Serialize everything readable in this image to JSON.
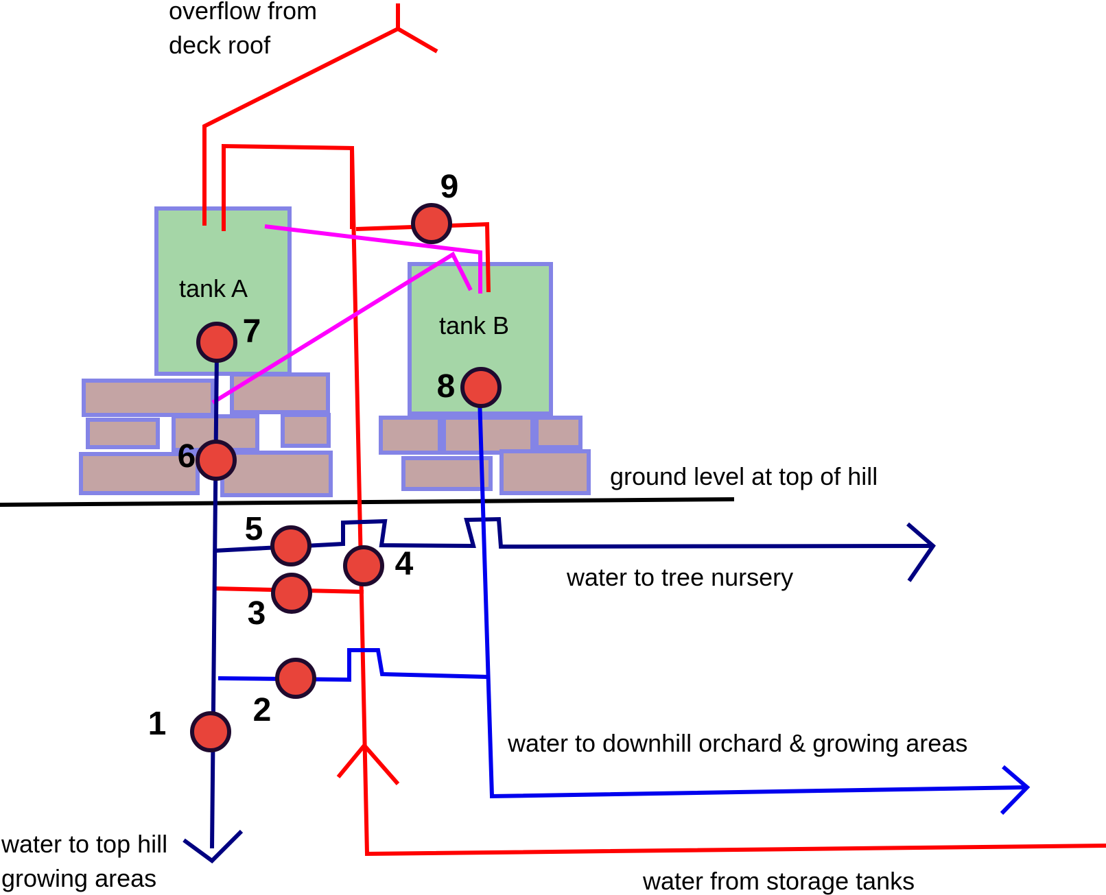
{
  "labels": {
    "deck_overflow_line1": "overflow from",
    "deck_overflow_line2": "deck roof",
    "tank_a": "tank A",
    "tank_b": "tank B",
    "ground_level": "ground level at top of hill",
    "tree_nursery": "water to tree nursery",
    "downhill": "water to downhill orchard & growing areas",
    "top_hill_line1": "water to top hill",
    "top_hill_line2": "growing areas",
    "storage": "water from storage tanks"
  },
  "valves": [
    {
      "number": "1"
    },
    {
      "number": "2"
    },
    {
      "number": "3"
    },
    {
      "number": "4"
    },
    {
      "number": "5"
    },
    {
      "number": "6"
    },
    {
      "number": "7"
    },
    {
      "number": "8"
    },
    {
      "number": "9"
    }
  ],
  "colors": {
    "overflow_pipe": "#ff0000",
    "supply_dark_blue": "#000080",
    "supply_blue": "#0000ee",
    "link_magenta": "#ff00ff",
    "tank_fill": "#a5d6a7",
    "tank_border": "#8484e6",
    "stone_fill": "#c4a4a4",
    "valve_fill": "#e8443a",
    "ground": "#000000"
  }
}
